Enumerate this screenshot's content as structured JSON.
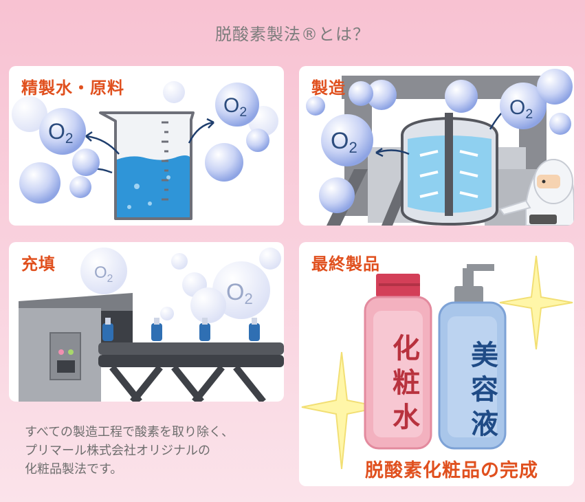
{
  "header": {
    "title": "脱酸素製法®とは？"
  },
  "cards": {
    "water": {
      "label": "精製水・原料"
    },
    "manufacturing": {
      "label": "製造"
    },
    "filling": {
      "label": "充填"
    },
    "final": {
      "label": "最終製品",
      "lotion_label": "化粧水",
      "essence_label": "美容液",
      "completion_text": "脱酸素化粧品の完成"
    }
  },
  "description": {
    "lines": [
      "すべての製造工程で酸素を取り除く、",
      "プリマール株式会社オリジナルの",
      "化粧品製法です。"
    ]
  },
  "bubble_label": "O2",
  "colors": {
    "accent": "#e0501e",
    "background": "#f8c2d2",
    "bubble": "#8fa6e6",
    "water": "#2f95d8"
  }
}
